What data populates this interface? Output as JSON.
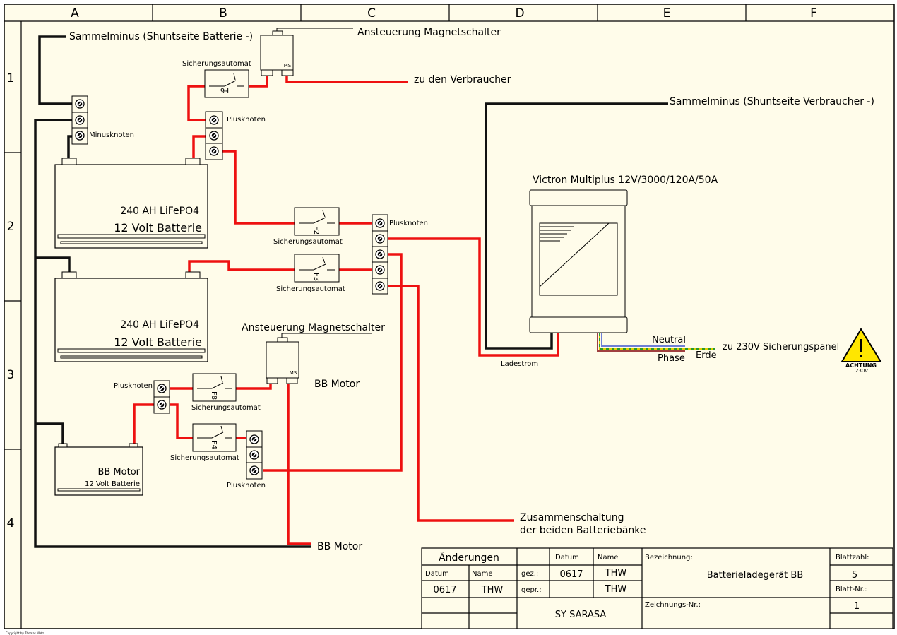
{
  "grid": {
    "columns": [
      "A",
      "B",
      "C",
      "D",
      "E",
      "F"
    ],
    "rows": [
      "1",
      "2",
      "3",
      "4"
    ]
  },
  "labels": {
    "sammelminus_batterie": "Sammelminus (Shuntseite Batterie -)",
    "ansteuerung_top": "Ansteuerung Magnetschalter",
    "zu_verbraucher": "zu den Verbraucher",
    "sammelminus_verbraucher": "Sammelminus (Shuntseite Verbraucher -)",
    "sicherungsautomat": "Sicherungsautomat",
    "minusknoten": "Minusknoten",
    "plusknoten": "Plusknoten",
    "ms": "MS",
    "victron": "Victron Multiplus 12V/3000/120A/50A",
    "neutral": "Neutral",
    "phase": "Phase",
    "erde": "Erde",
    "zu_230v": "zu 230V Sicherungspanel",
    "achtung": "ACHTUNG",
    "v230": "230V",
    "ladestrom": "Ladestrom",
    "ansteuerung_mid": "Ansteuerung Magnetschalter",
    "bb_motor": "BB Motor",
    "bb_motor_bottom": "BB Motor",
    "zusammen1": "Zusammenschaltung",
    "zusammen2": "der beiden Batteriebänke",
    "copyright": "Copyright by Thomas Wetz"
  },
  "fuses": {
    "f6": "F6",
    "f2": "F2",
    "f3": "F3",
    "f8": "F8",
    "f4": "F4"
  },
  "batteries": {
    "bat1_line1": "240 AH LiFePO4",
    "bat1_line2": "12 Volt Batterie",
    "bat2_line1": "240 AH LiFePO4",
    "bat2_line2": "12 Volt Batterie",
    "bb_line1": "BB Motor",
    "bb_line2": "12 Volt Batterie"
  },
  "title_block": {
    "aenderungen": "Änderungen",
    "datum": "Datum",
    "name": "Name",
    "datum2": "Datum",
    "name2": "Name",
    "rev_datum": "0617",
    "rev_name": "THW",
    "gez": "gez.:",
    "gez_datum": "0617",
    "gez_name": "THW",
    "gepr": "gepr.:",
    "gepr_name": "THW",
    "project": "SY SARASA",
    "bezeichnung_label": "Bezeichnung:",
    "bezeichnung": "Batterieladegerät BB",
    "zeichnungsnr_label": "Zeichnungs-Nr.:",
    "blattzahl_label": "Blattzahl:",
    "blattzahl": "5",
    "blattnr_label": "Blatt-Nr.:",
    "blattnr": "1"
  },
  "colors": {
    "paper": "#fffcea",
    "wire_red": "#ee1111",
    "wire_black": "#111111",
    "neutral": "#6f7fd6",
    "phase": "#a04040",
    "earth_yellow": "#e0d000",
    "earth_green": "#2a9a2a",
    "warning": "#ffe600"
  }
}
